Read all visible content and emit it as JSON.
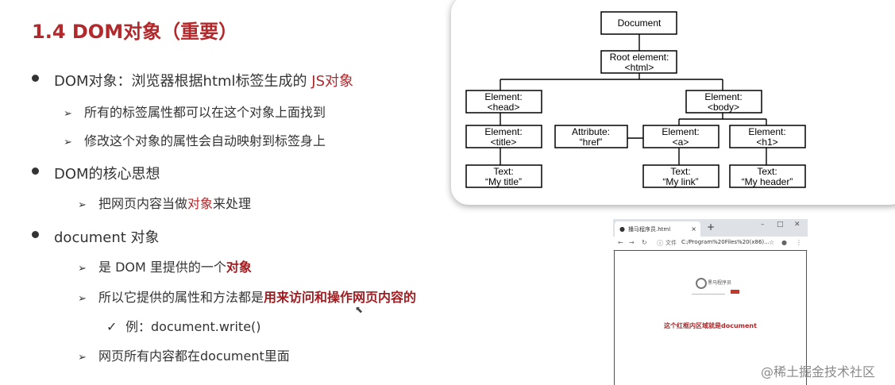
{
  "title": "1.4 DOM对象（重要）",
  "bullets": {
    "dom_object": {
      "text": "DOM对象：浏览器根据html标签生成的 ",
      "highlight": "JS对象",
      "subs": [
        "所有的标签属性都可以在这个对象上面找到",
        "修改这个对象的属性会自动映射到标签身上"
      ]
    },
    "core_idea": {
      "text": "DOM的核心思想",
      "sub_pre": "把网页内容当做",
      "sub_highlight": "对象",
      "sub_post": "来处理"
    },
    "document": {
      "text": "document 对象",
      "sub1_pre": "是 DOM 里提供的一个",
      "sub1_highlight": "对象",
      "sub2_pre": "所以它提供的属性和方法都是",
      "sub2_highlight": "用来访问和操作网页内容的",
      "example": "例：document.write()",
      "sub3": "网页所有内容都在document里面"
    }
  },
  "tree": {
    "document": "Document",
    "root": [
      "Root element:",
      "<html>"
    ],
    "head": [
      "Element:",
      "<head>"
    ],
    "body": [
      "Element:",
      "<body>"
    ],
    "title_el": [
      "Element:",
      "<title>"
    ],
    "attribute": [
      "Attribute:",
      "“href”"
    ],
    "a_el": [
      "Element:",
      "<a>"
    ],
    "h1_el": [
      "Element:",
      "<h1>"
    ],
    "text_title": [
      "Text:",
      "“My title”"
    ],
    "text_link": [
      "Text:",
      "“My link”"
    ],
    "text_header": [
      "Text:",
      "“My header”"
    ]
  },
  "browser": {
    "tab_title": "播马程序员.html",
    "new_tab": "+",
    "url_label": "文件",
    "url": "C:/Program%20Files%20(x86)...",
    "logo_text": "黑马程序员",
    "content_note": "这个红框内区域就是document"
  },
  "watermark": "@稀土掘金技术社区"
}
